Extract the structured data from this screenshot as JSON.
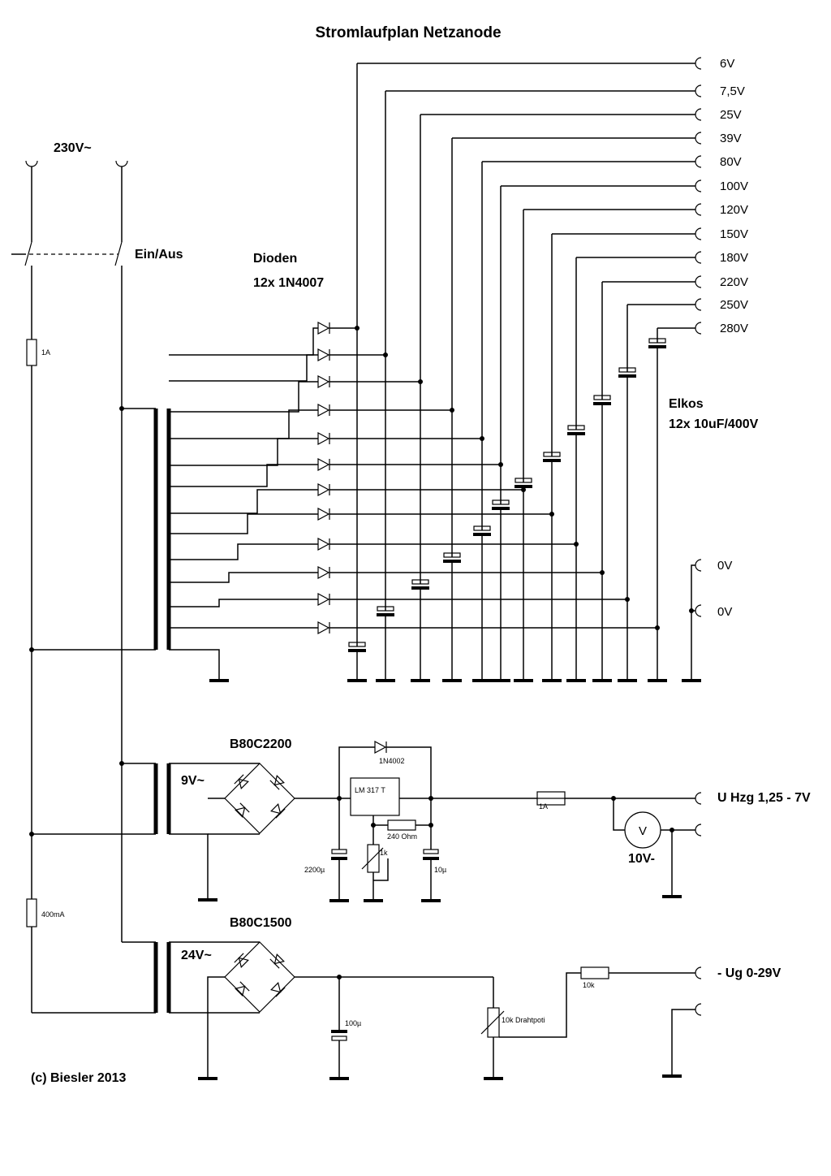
{
  "title": "Stromlaufplan Netzanode",
  "mains": {
    "label": "230V~",
    "switch_label": "Ein/Aus",
    "fuse_main": "1A",
    "fuse_aux": "400mA"
  },
  "diodes": {
    "label": "Dioden",
    "spec": "12x 1N4007"
  },
  "caps": {
    "label": "Elkos",
    "spec": "12x 10uF/400V"
  },
  "outputs": [
    "6V",
    "7,5V",
    "25V",
    "39V",
    "80V",
    "100V",
    "120V",
    "150V",
    "180V",
    "220V",
    "250V",
    "280V"
  ],
  "zero_outputs": [
    "0V",
    "0V"
  ],
  "heater": {
    "bridge": "B80C2200",
    "voltage": "9V~",
    "regulator": "LM 317 T",
    "diode": "1N4002",
    "resistor": "240 Ohm",
    "pot": "1k",
    "cap_in": "2200µ",
    "cap_out": "10µ",
    "fuse": "1A",
    "output": "U Hzg 1,25 - 7V",
    "meter": "10V-",
    "meter_symbol": "V"
  },
  "grid": {
    "bridge": "B80C1500",
    "voltage": "24V~",
    "cap": "100µ",
    "pot": "10k Drahtpoti",
    "resistor": "10k",
    "output": "- Ug   0-29V"
  },
  "copyright": "(c) Biesler 2013"
}
